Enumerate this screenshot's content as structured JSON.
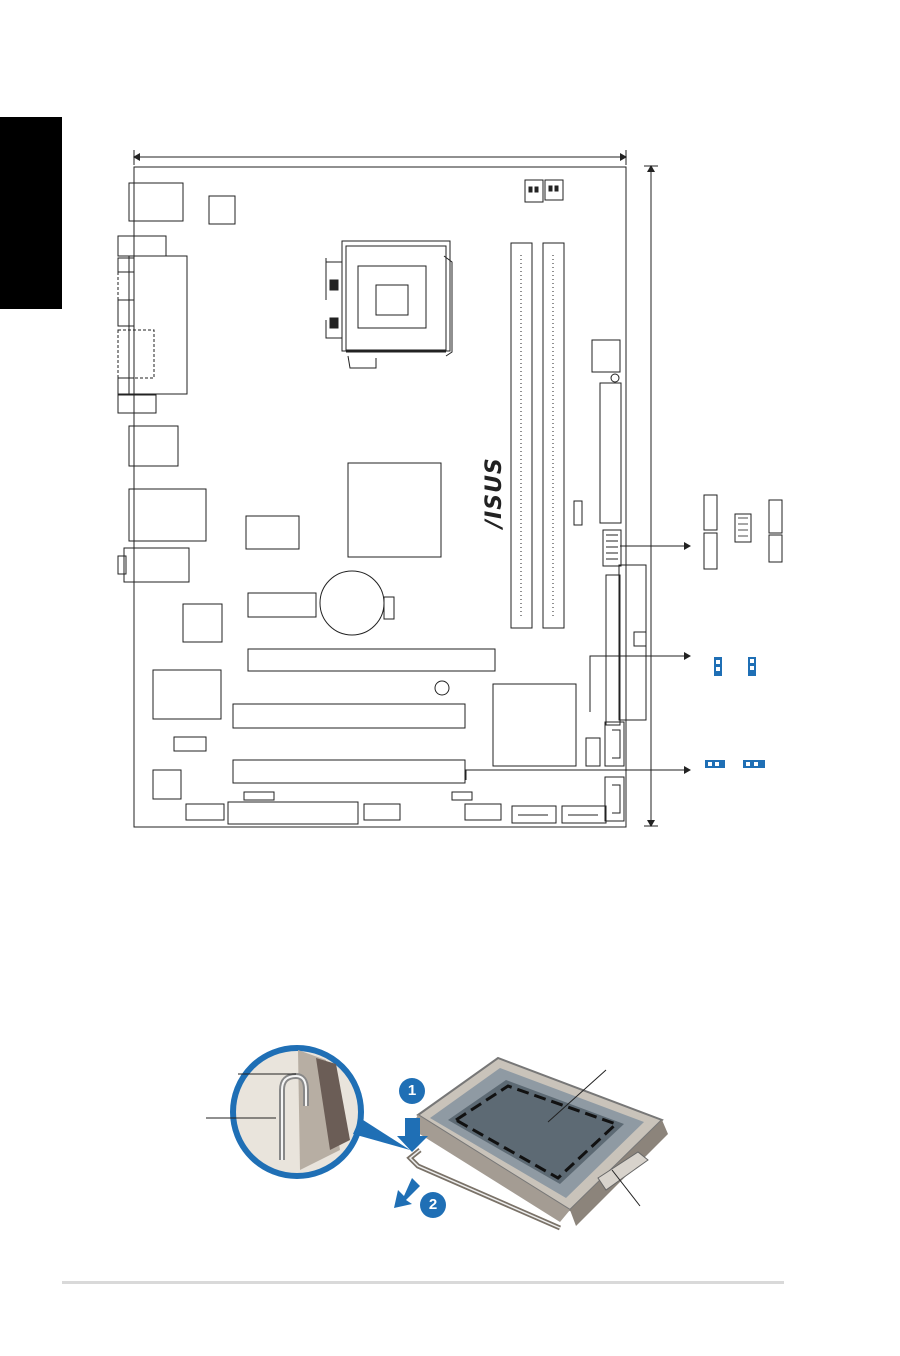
{
  "document": {
    "board_brand": "/ISUS",
    "step_1": "1",
    "step_2": "2"
  },
  "colors": {
    "accent_blue": "#1f6fb5",
    "line": "#222222",
    "tab_black": "#000000",
    "rule_gray": "#d9d9d9"
  }
}
